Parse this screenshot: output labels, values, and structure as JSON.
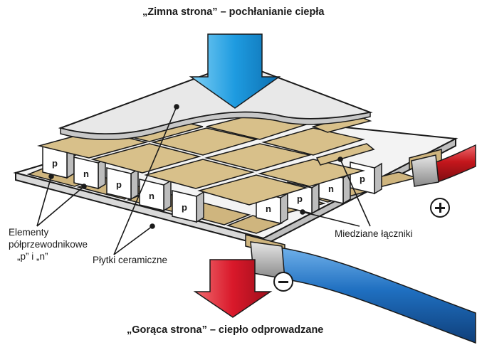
{
  "top_title": "„Zimna strona” – pochłanianie ciepła",
  "bottom_title": "„Gorąca strona” – ciepło odprowadzane",
  "labels": {
    "semiconductors_line1": "Elementy",
    "semiconductors_line2": "półprzewodnikowe",
    "semiconductors_line3": "„p” i „n”",
    "ceramic_plates": "Płytki ceramiczne",
    "copper_connectors": "Miedziane łączniki"
  },
  "element_letters": [
    "p",
    "n",
    "p",
    "n",
    "p",
    "n",
    "p",
    "n",
    "p"
  ],
  "terminals": {
    "positive": "+",
    "negative": "−"
  },
  "colors": {
    "cold_arrow": "#1e9be0",
    "hot_arrow": "#d9182a",
    "copper": "#cfb57e",
    "ceramic": "#f2f2f2",
    "wire_red": "#c4161c",
    "wire_blue": "#1f6fc0"
  }
}
